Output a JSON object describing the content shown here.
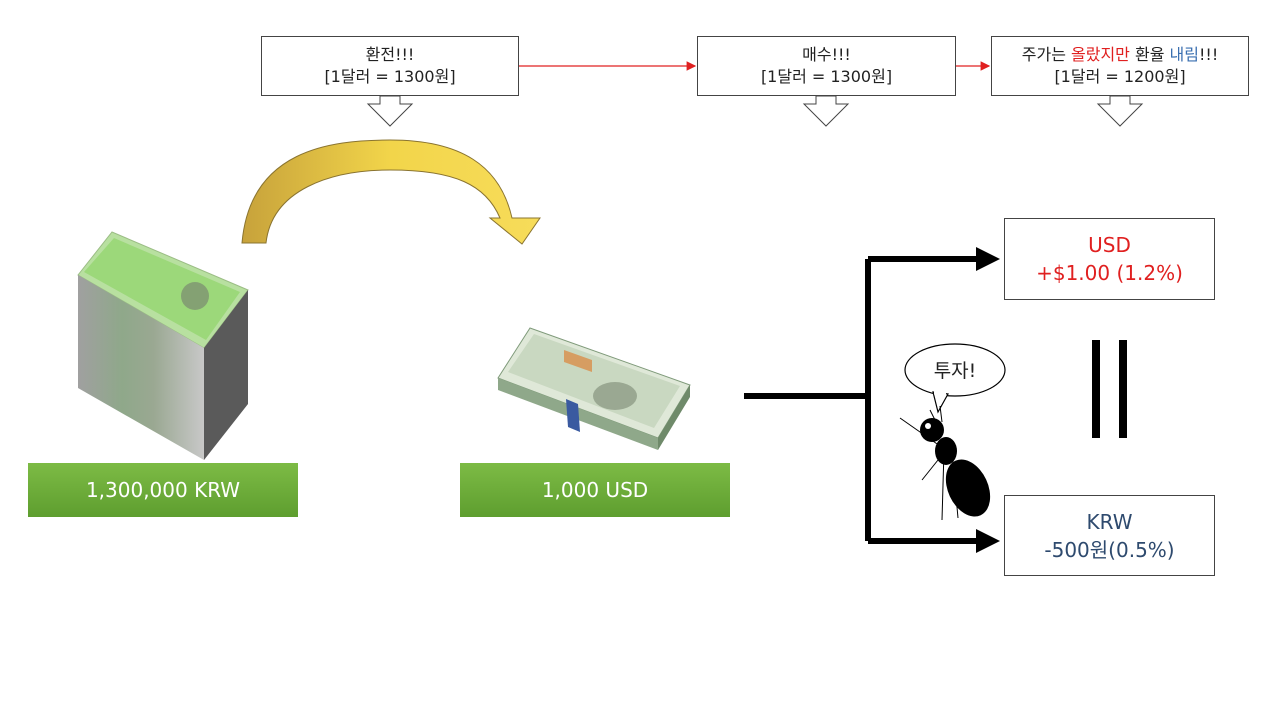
{
  "steps": [
    {
      "line1": "환전!!!",
      "line2": "[1달러 = 1300원]"
    },
    {
      "line1": "매수!!!",
      "line2": "[1달러 = 1300원]"
    },
    {
      "line1_a": "주가는 ",
      "line1_b": "올랐지만",
      "line1_c": " 환율 ",
      "line1_d": "내림",
      "line1_e": "!!!",
      "line2": "[1달러 = 1200원]"
    }
  ],
  "amounts": {
    "krw": "1,300,000  KRW",
    "usd": "1,000  USD"
  },
  "results": {
    "usd": {
      "label": "USD",
      "value": "+$1.00  (1.2%)"
    },
    "krw": {
      "label": "KRW",
      "value": "-500원(0.5%)"
    }
  },
  "speech": "투자!",
  "colors": {
    "red": "#e02020",
    "blue": "#3a6fb0",
    "navy": "#2e4a6e",
    "green": "#6aaa3a",
    "gold": "#d8b536"
  }
}
